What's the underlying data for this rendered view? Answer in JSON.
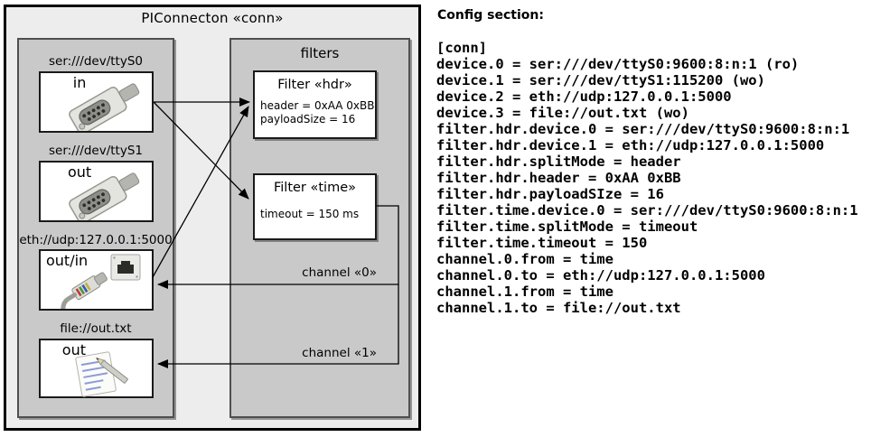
{
  "diagram": {
    "title": "PIConnecton «conn»",
    "devices_panel": {
      "devices": [
        {
          "label": "ser:///dev/ttyS0",
          "port": "in",
          "icon": "serial-connector-icon"
        },
        {
          "label": "ser:///dev/ttyS1",
          "port": "out",
          "icon": "serial-connector-icon"
        },
        {
          "label": "eth://udp:127.0.0.1:5000",
          "port": "out/in",
          "icon": "ethernet-icon"
        },
        {
          "label": "file://out.txt",
          "port": "out",
          "icon": "notepad-icon"
        }
      ]
    },
    "filters_panel": {
      "title": "filters",
      "filters": [
        {
          "title": "Filter «hdr»",
          "properties": [
            "header = 0xAA 0xBB",
            "payloadSize = 16"
          ]
        },
        {
          "title": "Filter «time»",
          "properties": [
            "timeout = 150 ms"
          ]
        }
      ],
      "channels": [
        {
          "label": "channel «0»"
        },
        {
          "label": "channel «1»"
        }
      ]
    }
  },
  "config": {
    "heading": "Config section:",
    "lines": [
      "[conn]",
      "device.0 = ser:///dev/ttyS0:9600:8:n:1 (ro)",
      "device.1 = ser:///dev/ttyS1:115200 (wo)",
      "device.2 = eth://udp:127.0.0.1:5000",
      "device.3 = file://out.txt (wo)",
      "filter.hdr.device.0 = ser:///dev/ttyS0:9600:8:n:1",
      "filter.hdr.device.1 = eth://udp:127.0.0.1:5000",
      "filter.hdr.splitMode = header",
      "filter.hdr.header = 0xAA 0xBB",
      "filter.hdr.payloadSIze = 16",
      "filter.time.device.0 = ser:///dev/ttyS0:9600:8:n:1",
      "filter.time.splitMode = timeout",
      "filter.time.timeout = 150",
      "channel.0.from = time",
      "channel.0.to = eth://udp:127.0.0.1:5000",
      "channel.1.from = time",
      "channel.1.to = file://out.txt"
    ]
  },
  "colors": {
    "outer_background": "#ededed",
    "panel_background": "#c9c9c9",
    "box_background": "#ffffff",
    "line_color": "#000000"
  }
}
